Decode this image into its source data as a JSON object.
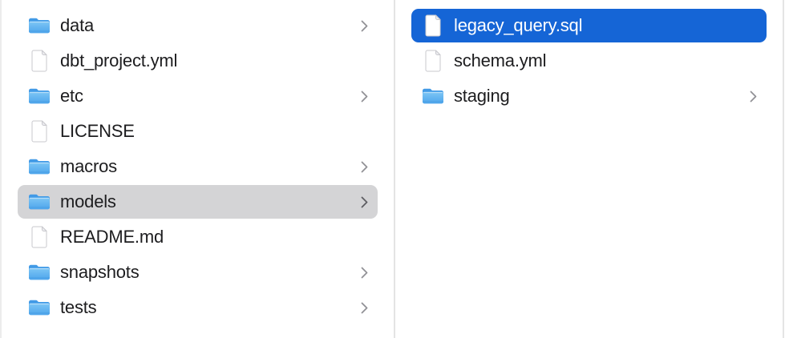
{
  "finder": {
    "view": "column-view",
    "columns": [
      {
        "name": "parent-column",
        "items": [
          {
            "label": "data",
            "type": "folder",
            "chevron": true,
            "selected": "none"
          },
          {
            "label": "dbt_project.yml",
            "type": "file",
            "chevron": false,
            "selected": "none"
          },
          {
            "label": "etc",
            "type": "folder",
            "chevron": true,
            "selected": "none"
          },
          {
            "label": "LICENSE",
            "type": "file",
            "chevron": false,
            "selected": "none"
          },
          {
            "label": "macros",
            "type": "folder",
            "chevron": true,
            "selected": "none"
          },
          {
            "label": "models",
            "type": "folder",
            "chevron": true,
            "selected": "inactive"
          },
          {
            "label": "README.md",
            "type": "file",
            "chevron": false,
            "selected": "none"
          },
          {
            "label": "snapshots",
            "type": "folder",
            "chevron": true,
            "selected": "none"
          },
          {
            "label": "tests",
            "type": "folder",
            "chevron": true,
            "selected": "none"
          }
        ]
      },
      {
        "name": "child-column",
        "items": [
          {
            "label": "legacy_query.sql",
            "type": "file",
            "chevron": false,
            "selected": "active"
          },
          {
            "label": "schema.yml",
            "type": "file",
            "chevron": false,
            "selected": "none"
          },
          {
            "label": "staging",
            "type": "folder",
            "chevron": true,
            "selected": "none"
          }
        ]
      }
    ],
    "icons": {
      "folder": "folder-icon",
      "file": "file-icon",
      "chevron": "chevron-right-icon"
    },
    "colors": {
      "selection_active": "#1565d6",
      "selection_inactive": "#d4d4d6",
      "divider": "#e4e4e4",
      "text": "#1d1d1f",
      "text_selected": "#ffffff",
      "chevron": "#919196",
      "folder_blue_back": "#429ae6",
      "folder_blue_front_top": "#7ec6f5",
      "folder_blue_front_bottom": "#4da5ec"
    }
  }
}
